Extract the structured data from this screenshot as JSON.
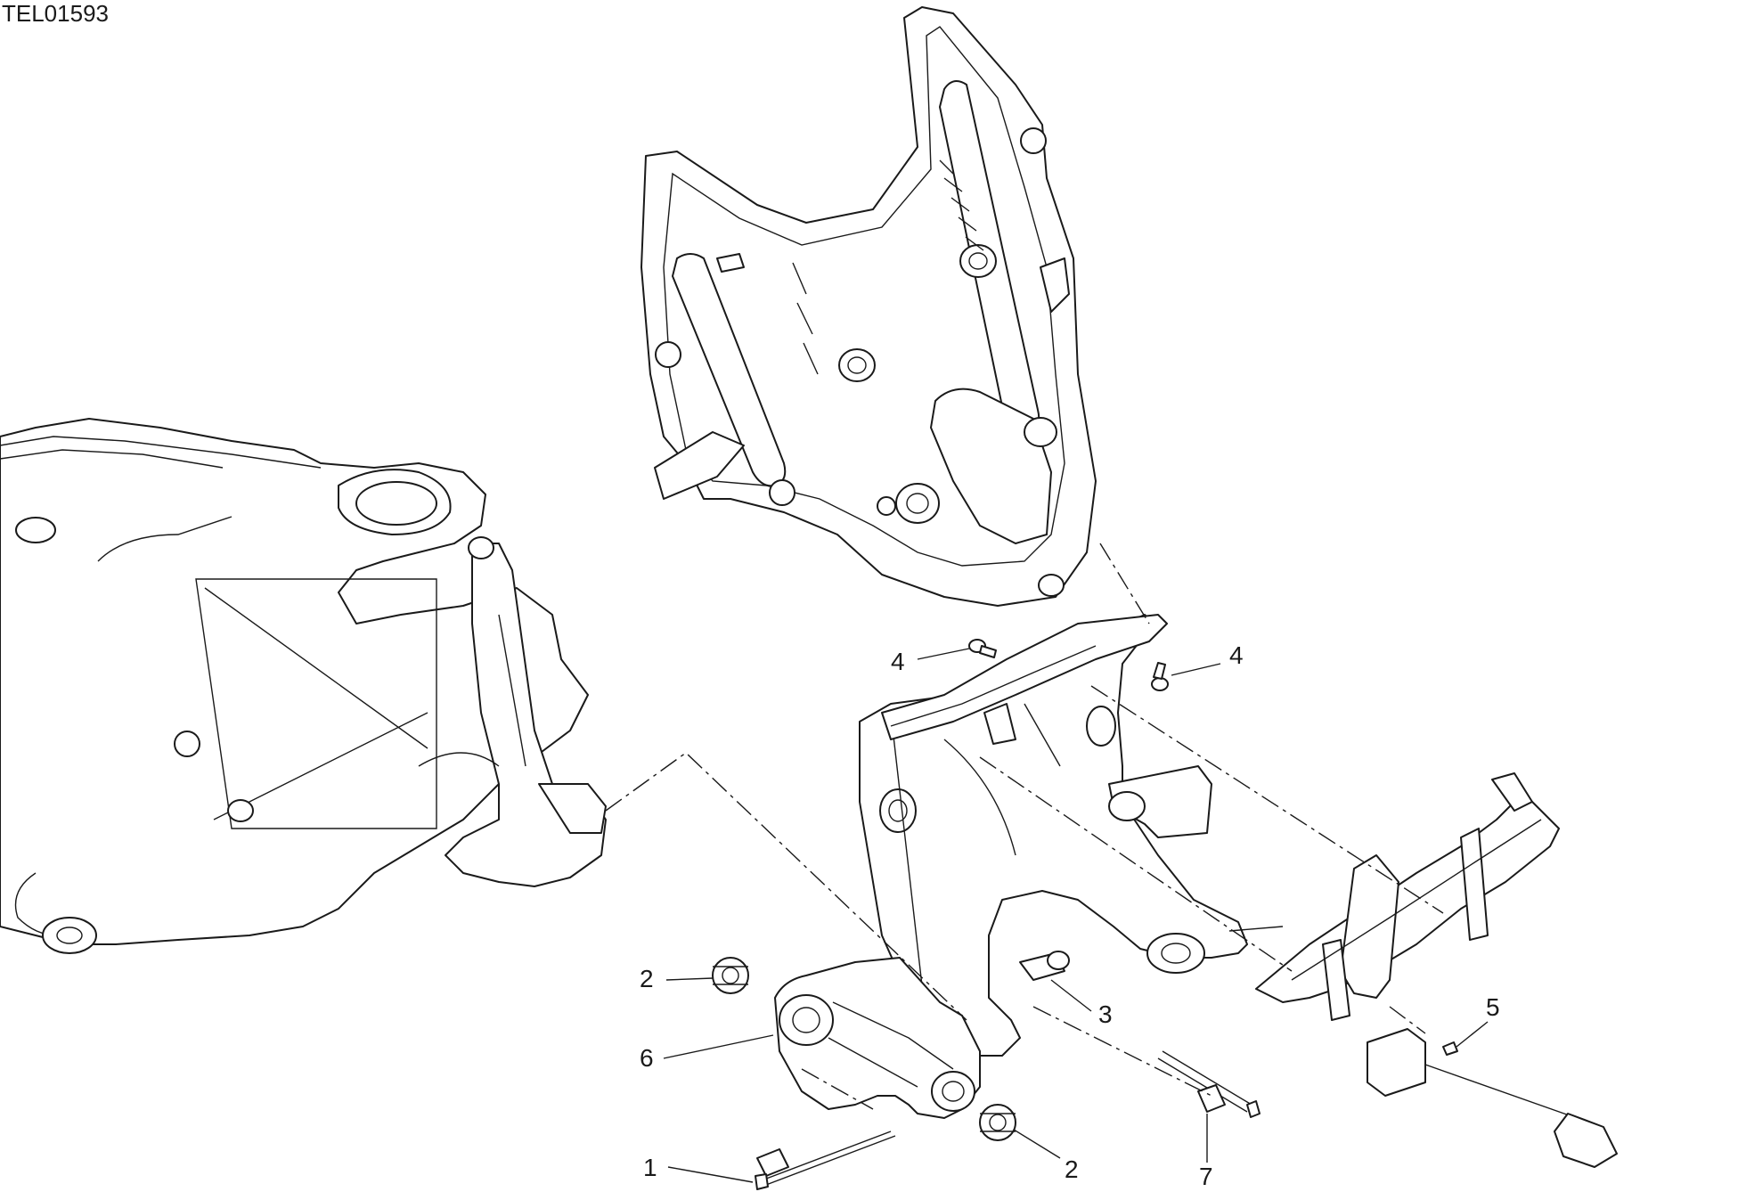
{
  "drawing_code": "TEL01593",
  "callouts": [
    "1",
    "2",
    "2",
    "3",
    "4",
    "4",
    "5",
    "6",
    "7"
  ]
}
